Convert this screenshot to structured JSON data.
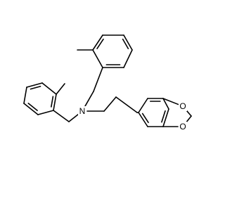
{
  "structure": {
    "atom_labels": {
      "nitrogen": "N",
      "oxygen_upper": "O",
      "oxygen_lower": "O"
    },
    "colors": {
      "bond": "#000000",
      "label": "#000000",
      "background": "#ffffff"
    }
  }
}
